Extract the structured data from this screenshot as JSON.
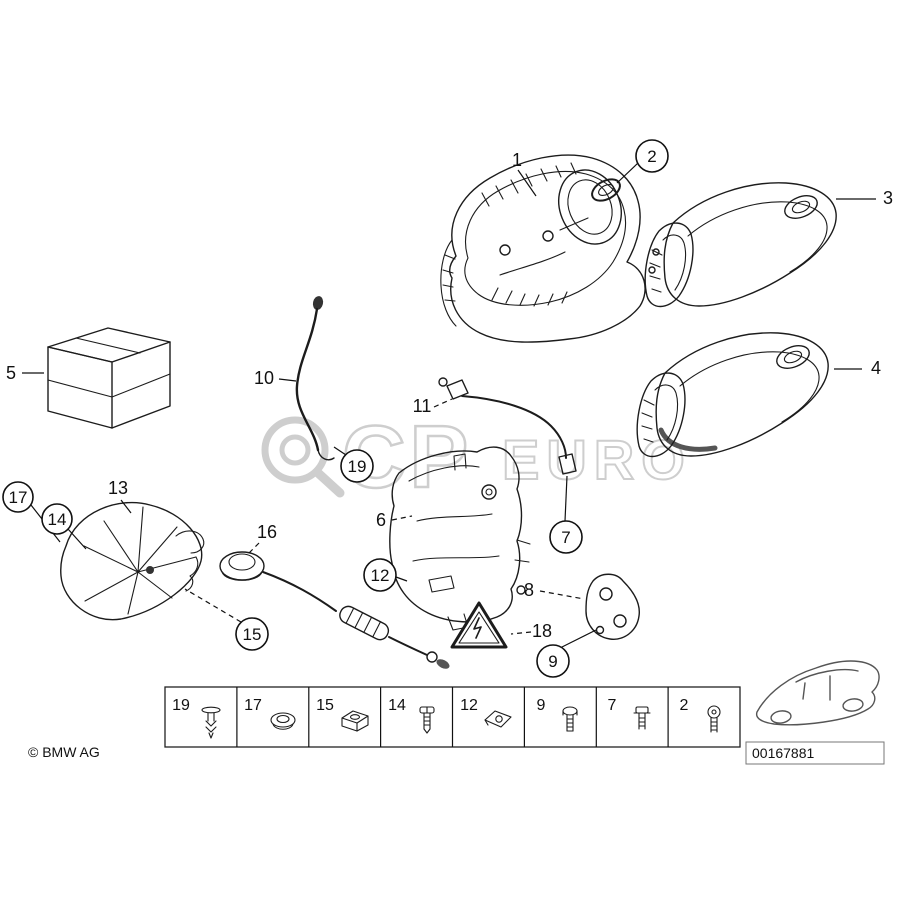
{
  "watermark": {
    "part1": "CP",
    "part2": "EURO"
  },
  "footer": {
    "copyright": "© BMW AG",
    "diagram_number": "00167881"
  },
  "callouts": [
    {
      "num": "1",
      "circled": false
    },
    {
      "num": "2",
      "circled": true
    },
    {
      "num": "3",
      "circled": false
    },
    {
      "num": "4",
      "circled": false
    },
    {
      "num": "5",
      "circled": false
    },
    {
      "num": "6",
      "circled": false
    },
    {
      "num": "7",
      "circled": true
    },
    {
      "num": "8",
      "circled": false
    },
    {
      "num": "9",
      "circled": true
    },
    {
      "num": "10",
      "circled": false
    },
    {
      "num": "11",
      "circled": false
    },
    {
      "num": "12",
      "circled": true
    },
    {
      "num": "13",
      "circled": false
    },
    {
      "num": "14",
      "circled": true
    },
    {
      "num": "15",
      "circled": true
    },
    {
      "num": "16",
      "circled": false
    },
    {
      "num": "17",
      "circled": true
    },
    {
      "num": "18",
      "circled": false
    },
    {
      "num": "19",
      "circled": true
    }
  ],
  "legend": {
    "items": [
      {
        "num": "19",
        "icon": "expansion-rivet-icon"
      },
      {
        "num": "17",
        "icon": "grommet-icon"
      },
      {
        "num": "15",
        "icon": "clip-nut-icon"
      },
      {
        "num": "14",
        "icon": "screw-icon"
      },
      {
        "num": "12",
        "icon": "bracket-icon"
      },
      {
        "num": "9",
        "icon": "screw-icon"
      },
      {
        "num": "7",
        "icon": "screw-icon"
      },
      {
        "num": "2",
        "icon": "screw-icon"
      }
    ]
  }
}
